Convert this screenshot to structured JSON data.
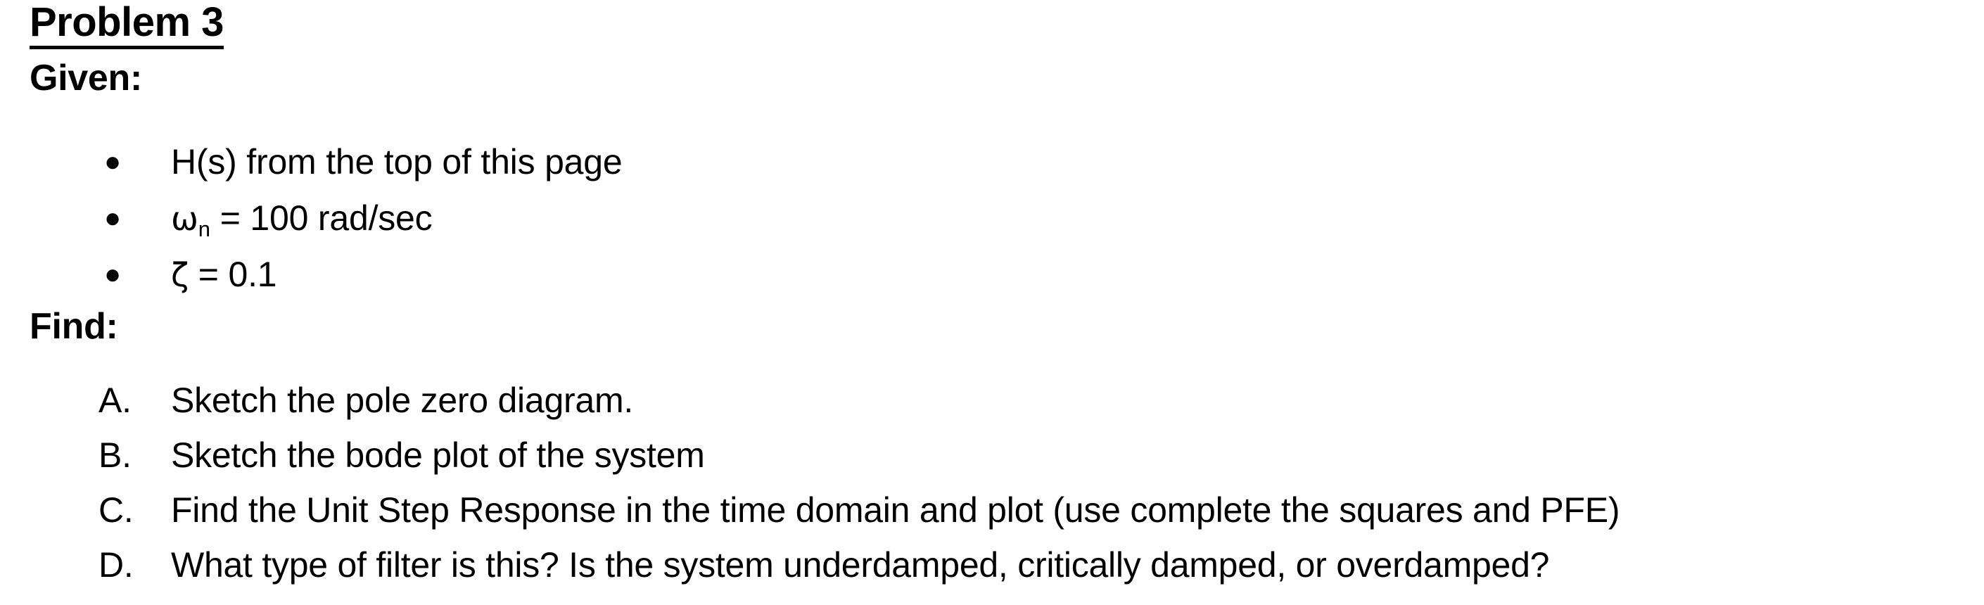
{
  "document": {
    "heading": {
      "label": "Problem",
      "number": "3",
      "full": "Problem 3",
      "underlined": true
    },
    "text_color": "#000000",
    "background_color": "#ffffff"
  },
  "given": {
    "label": "Given:",
    "bullet_glyph": "●",
    "items": [
      {
        "id": "h-of-s",
        "text": "H(s) from the top of this page",
        "has_subscript": false
      },
      {
        "id": "omega-n",
        "symbol": "ω",
        "subscript": "n",
        "text": " = 100 rad/sec",
        "full_text": "ωn = 100 rad/sec",
        "value": "100",
        "unit": "rad/sec",
        "has_subscript": true
      },
      {
        "id": "zeta",
        "symbol": "ζ",
        "subscript": "",
        "text": " = 0.1",
        "full_text": "ζ = 0.1",
        "value": "0.1",
        "unit": "",
        "has_subscript": false
      }
    ]
  },
  "find": {
    "label": "Find:",
    "items": [
      {
        "marker": "A.",
        "text": "Sketch the pole zero diagram."
      },
      {
        "marker": "B.",
        "text": "Sketch the bode plot of the system"
      },
      {
        "marker": "C.",
        "text": "Find the Unit Step Response in the time domain and plot (use complete the squares and PFE)"
      },
      {
        "marker": "D.",
        "text": "What type of filter is this? Is the system underdamped, critically damped, or overdamped?"
      }
    ]
  }
}
